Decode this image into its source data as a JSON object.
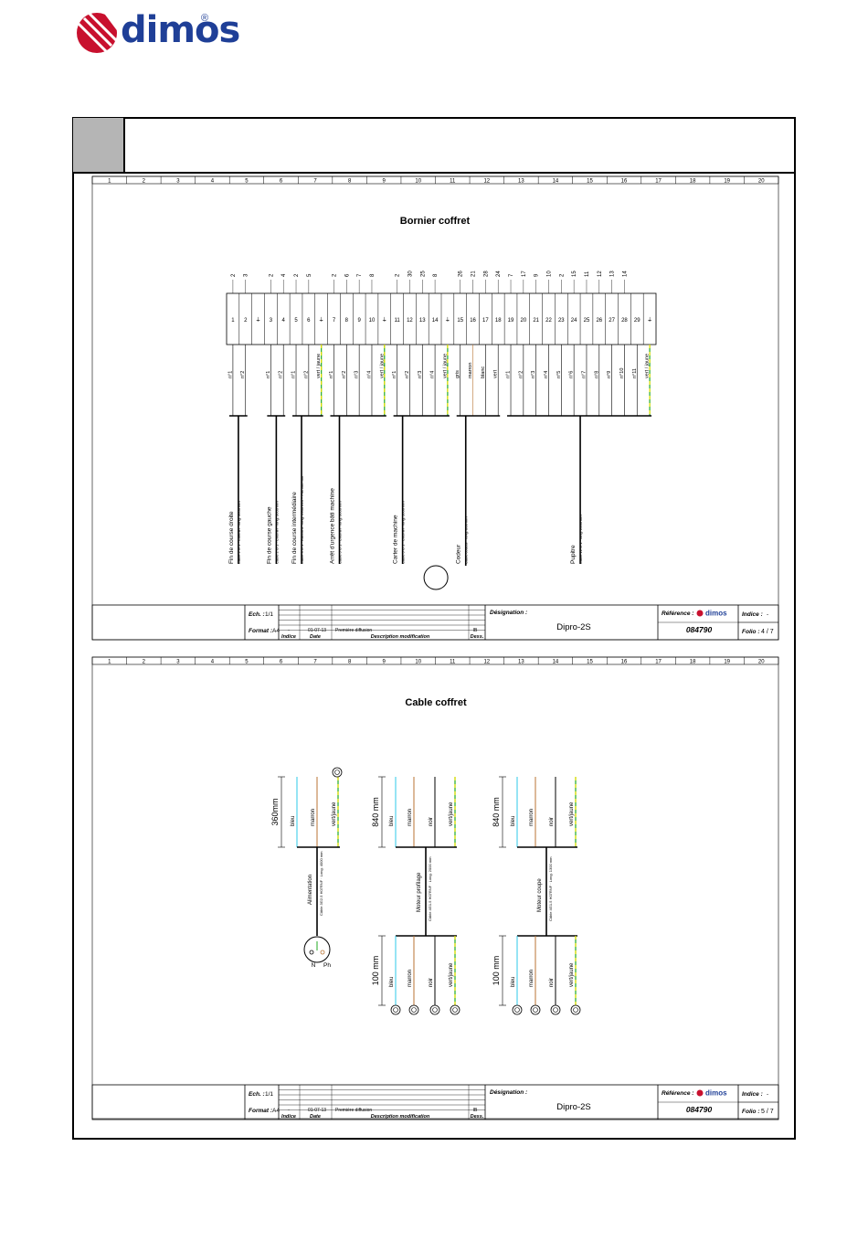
{
  "brand": {
    "name": "dimos",
    "mark": "®",
    "color": "#1f3f97",
    "accent": "#c8102e"
  },
  "grid_numbers": [
    "1",
    "2",
    "3",
    "4",
    "5",
    "6",
    "7",
    "8",
    "9",
    "10",
    "11",
    "12",
    "13",
    "14",
    "15",
    "16",
    "17",
    "18",
    "19",
    "20"
  ],
  "sheet1": {
    "title": "Bornier coffret",
    "terminals": [
      "1",
      "2",
      "⏚",
      "3",
      "4",
      "5",
      "6",
      "⏚",
      "7",
      "8",
      "9",
      "10",
      "⏚",
      "11",
      "12",
      "13",
      "14",
      "⏚",
      "15",
      "16",
      "17",
      "18",
      "19",
      "20",
      "21",
      "22",
      "23",
      "24",
      "25",
      "26",
      "27",
      "28",
      "29",
      "⏚"
    ],
    "top_labels": [
      "2",
      "3",
      "",
      "2",
      "4",
      "2",
      "5",
      "",
      "2",
      "6",
      "7",
      "8",
      "",
      "2",
      "30",
      "25",
      "8",
      "",
      "26",
      "21",
      "28",
      "24",
      "7",
      "17",
      "9",
      "10",
      "2",
      "15",
      "11",
      "12",
      "13",
      "14",
      "",
      ""
    ],
    "wire_labels": [
      "n°1",
      "n°2",
      "",
      "n°1",
      "n°2",
      "n°1",
      "n°2",
      "vert / jaune",
      "n°1",
      "n°2",
      "n°3",
      "n°4",
      "vert / jaune",
      "n°1",
      "n°2",
      "n°3",
      "n°4",
      "vert / jaune",
      "gris",
      "marron",
      "blanc",
      "vert",
      "n°1",
      "n°2",
      "n°3",
      "n°4",
      "n°5",
      "n°6",
      "n°7",
      "n°8",
      "n°9",
      "n°10",
      "n°11",
      "vert / jaune"
    ],
    "cables": [
      {
        "name": "Fin de course droite",
        "spec": "Câble 2 G 1 · Chemin · long. 3600 mm"
      },
      {
        "name": "Fin de course gauche",
        "spec": "Câble 2 G 1 · Chemin · long. 3600 mm"
      },
      {
        "name": "Fin de course intermédiaire",
        "spec": "Câble 3 G 1 · Raccord · long. 2900 mm + Fils 500 mm"
      },
      {
        "name": "Arrêt d'urgence bâti machine",
        "spec": "Câble 5 G 1 · Chemin · long. 3600 mm"
      },
      {
        "name": "Carter de machine",
        "spec": "Câble 5 G 1 · Chemin · long. 1600 mm"
      },
      {
        "name": "Codeur",
        "spec": "Câble codeur · long. 800 mm"
      },
      {
        "name": "Pupitre",
        "spec": "Câble 12 G 1 · long. 2500 mm"
      }
    ],
    "titleblock": {
      "ech_label": "Ech. :",
      "ech_value": "1/1",
      "format_label": "Format :",
      "format_value": "A4",
      "date_value": "01-07-13",
      "desc_value": "Première diffusion",
      "dess_value": "IB",
      "indice_col": "Indice",
      "date_col": "Date",
      "desc_col": "Description modification",
      "dess_col": "Dess.",
      "designation_label": "Désignation :",
      "designation_value": "Dipro-2S",
      "reference_label": "Référence :",
      "reference_value": "084790",
      "indice_label": "Indice :",
      "indice_value": "-",
      "folio_label": "Folio :",
      "folio_value": "4 / 7"
    }
  },
  "sheet2": {
    "title": "Cable coffret",
    "groups": [
      {
        "dimension": "360mm",
        "wires": [
          "bleu",
          "marron",
          "vert/jaune"
        ],
        "cable_name": "Alimentation",
        "cable_spec": "Câble 3G2.5 H07RNF · Long. 4000 mm",
        "plug_labels": [
          "N",
          "Ph"
        ]
      },
      {
        "dimension": "840 mm",
        "wires": [
          "bleu",
          "marron",
          "noir",
          "vert/jaune"
        ],
        "cable_name": "Moteur profilage",
        "cable_spec": "Câble 4G1.5 H07RNF · Long. 2000 mm",
        "bottom_dimension": "100 mm",
        "bottom_wires": [
          "bleu",
          "marron",
          "noir",
          "vert/jaune"
        ]
      },
      {
        "dimension": "840 mm",
        "wires": [
          "bleu",
          "marron",
          "noir",
          "vert/jaune"
        ],
        "cable_name": "Moteur coupe",
        "cable_spec": "Câble 4G1.5 H07RNF · Long. 1300 mm",
        "bottom_dimension": "100 mm",
        "bottom_wires": [
          "bleu",
          "marron",
          "noir",
          "vert/jaune"
        ]
      }
    ],
    "titleblock": {
      "ech_label": "Ech. :",
      "ech_value": "1/1",
      "format_label": "Format :",
      "format_value": "A4",
      "indice_value": "-",
      "date_value": "01-07-13",
      "desc_value": "Première diffusion",
      "dess_value": "IB",
      "indice_col": "Indice",
      "date_col": "Date",
      "desc_col": "Description modification",
      "dess_col": "Dess.",
      "designation_label": "Désignation :",
      "designation_value": "Dipro-2S",
      "reference_label": "Référence :",
      "reference_value": "084790",
      "indice_label": "Indice :",
      "indice_value2": "-",
      "folio_label": "Folio :",
      "folio_value": "5 / 7"
    }
  },
  "colors": {
    "bleu": "#2ec8e8",
    "marron": "#b87333",
    "noir": "#000000",
    "vert_jaune_a": "#22aa22",
    "vert_jaune_b": "#e8e000"
  }
}
